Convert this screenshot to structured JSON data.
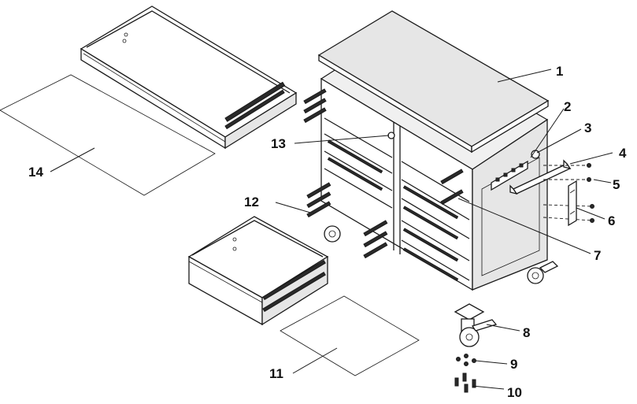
{
  "callouts": [
    {
      "id": "1",
      "label": "1"
    },
    {
      "id": "2",
      "label": "2"
    },
    {
      "id": "3",
      "label": "3"
    },
    {
      "id": "4",
      "label": "4"
    },
    {
      "id": "5",
      "label": "5"
    },
    {
      "id": "6",
      "label": "6"
    },
    {
      "id": "7",
      "label": "7"
    },
    {
      "id": "8",
      "label": "8"
    },
    {
      "id": "9",
      "label": "9"
    },
    {
      "id": "10",
      "label": "10"
    },
    {
      "id": "11",
      "label": "11"
    },
    {
      "id": "12",
      "label": "12"
    },
    {
      "id": "13",
      "label": "13"
    },
    {
      "id": "14",
      "label": "14"
    }
  ],
  "colors": {
    "line": "#1a1a1a",
    "background": "#ffffff",
    "panel": "#e6e6e6"
  }
}
